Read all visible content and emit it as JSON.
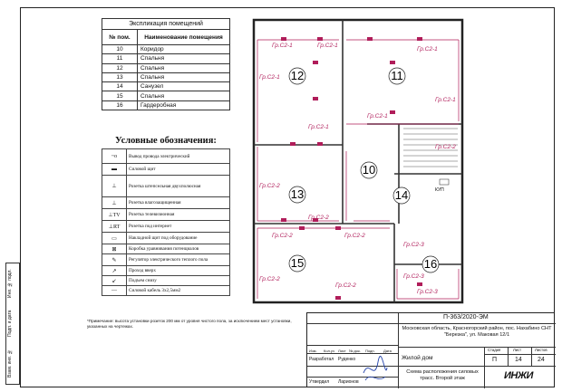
{
  "left_strip": [
    "Инв. № подл.",
    "Подп. и дата",
    "Взам. инв. №"
  ],
  "explication": {
    "title": "Экспликация помещений",
    "col_num": "№ пом.",
    "col_name": "Наименование помещения",
    "rows": [
      {
        "num": "10",
        "name": "Коридор"
      },
      {
        "num": "11",
        "name": "Спальня"
      },
      {
        "num": "12",
        "name": "Спальня"
      },
      {
        "num": "13",
        "name": "Спальня"
      },
      {
        "num": "14",
        "name": "Санузел"
      },
      {
        "num": "15",
        "name": "Спальня"
      },
      {
        "num": "16",
        "name": "Гардеробная"
      }
    ]
  },
  "legend": {
    "title": "Условные обозначения:",
    "items": [
      {
        "sym": "~o",
        "text": "Вывод провода электрический"
      },
      {
        "sym": "▬",
        "text": "Силовой щит"
      },
      {
        "sym": "⊥",
        "text": "Розетка штепсельная двухполюсная"
      },
      {
        "sym": "⊥",
        "text": "Розетка влагозащищенная"
      },
      {
        "sym": "⊥TV",
        "text": "Розетка телевизионная"
      },
      {
        "sym": "⊥RT",
        "text": "Розетка под интернет"
      },
      {
        "sym": "▭",
        "text": "Накладной щит под оборудование"
      },
      {
        "sym": "⊠",
        "text": "Коробка уравнивания потенциалов"
      },
      {
        "sym": "✎",
        "text": "Регулятор электрического теплого пола"
      },
      {
        "sym": "↗",
        "text": "Проход вверх"
      },
      {
        "sym": "↙",
        "text": "Подъем снизу"
      },
      {
        "sym": "—",
        "text": "Силовой кабель 3х2,5мм2"
      }
    ]
  },
  "note": "*Примечание: высота установки розеток 200 мм от уровня чистого пола, за исключением мест установки, указанных на чертежах.",
  "rooms": [
    "12",
    "11",
    "10",
    "13",
    "14",
    "15",
    "16"
  ],
  "group_label": "Гр.С2-1",
  "group_label_2": "Гр.С2-2",
  "group_label_3": "Гр.С2-3",
  "kup": "КУП",
  "stamp": {
    "code": "П-363/2020-ЭМ",
    "address": "Московская область, Красногорский район, пос. Нахабино СНТ \"Березка\", ул. Маковая 12/1",
    "object": "Жилой дом",
    "sheet_title": "Схема расположения силовых трасс. Второй этаж",
    "col_heads": [
      "Изм.",
      "Кол.уч",
      "Лист",
      "№ док.",
      "Подп.",
      "Дата"
    ],
    "dev_label": "Разработал",
    "dev_name": "Руденко",
    "app_label": "Утвердил",
    "app_name": "Ларионов",
    "stage_label": "Стадия",
    "sheet_label": "Лист",
    "sheets_label": "Листов",
    "stage": "П",
    "sheet": "14",
    "sheets": "24",
    "logo": "ИНЖИ"
  }
}
